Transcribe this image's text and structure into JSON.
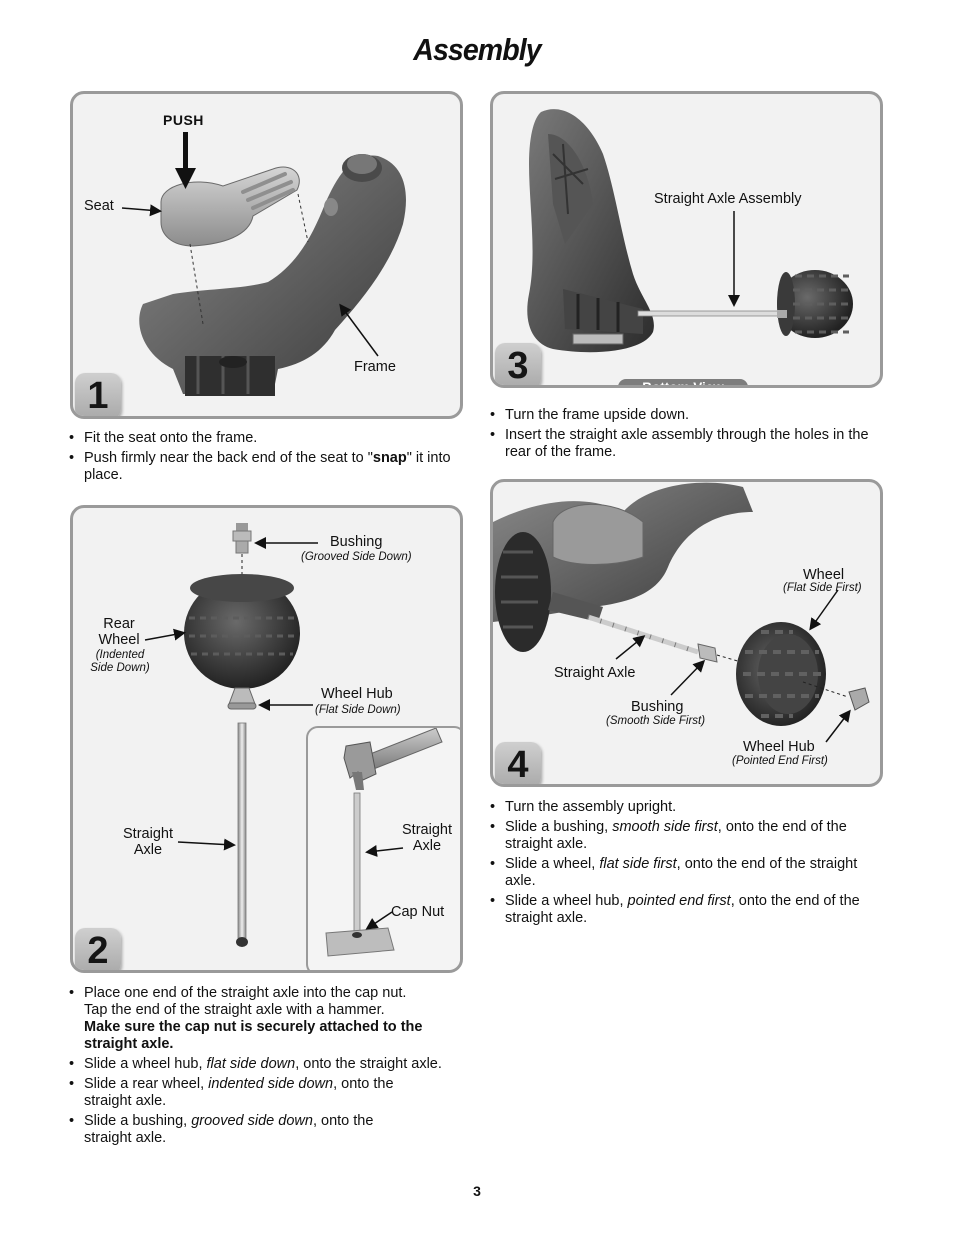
{
  "page": {
    "title": "Assembly",
    "number": "3"
  },
  "step1": {
    "num": "1",
    "push": "PUSH",
    "seat": "Seat",
    "frame": "Frame",
    "bullets": {
      "b1": "Fit the seat onto the frame.",
      "b2_a": "Push firmly near the back end of the seat to \"",
      "b2_bold": "snap",
      "b2_b": "\" it into place."
    }
  },
  "step2": {
    "num": "2",
    "bushing": "Bushing",
    "bushing_sub": "(Grooved Side Down)",
    "rear_wheel_1": "Rear",
    "rear_wheel_2": "Wheel",
    "rear_wheel_sub1": "(Indented",
    "rear_wheel_sub2": "Side Down)",
    "wheel_hub": "Wheel Hub",
    "wheel_hub_sub": "(Flat Side Down)",
    "axle_1": "Straight",
    "axle_2": "Axle",
    "inset_axle_1": "Straight",
    "inset_axle_2": "Axle",
    "cap_nut": "Cap Nut",
    "bullets": {
      "b1_a": "Place one end of the straight axle into the cap nut.",
      "b1_b": "Tap the end of the straight axle with a hammer.",
      "b1_bold": "Make sure the cap nut is securely attached to the straight axle.",
      "b2_a": "Slide a wheel hub, ",
      "b2_i": "flat side down",
      "b2_b": ", onto the straight axle.",
      "b3_a": "Slide a rear wheel, ",
      "b3_i": "indented side down",
      "b3_b": ", onto the straight axle.",
      "b4_a": "Slide a bushing, ",
      "b4_i": "grooved side down",
      "b4_b": ", onto the straight axle."
    }
  },
  "step3": {
    "num": "3",
    "axle_assembly": "Straight Axle Assembly",
    "bottom_view": "Bottom View",
    "bullets": {
      "b1": "Turn the frame upside down.",
      "b2": "Insert the straight axle assembly through the holes in the rear of the frame."
    }
  },
  "step4": {
    "num": "4",
    "wheel": "Wheel",
    "wheel_sub": "(Flat Side First)",
    "axle": "Straight Axle",
    "bushing": "Bushing",
    "bushing_sub": "(Smooth Side First)",
    "wheel_hub": "Wheel Hub",
    "wheel_hub_sub": "(Pointed End First)",
    "bullets": {
      "b1": "Turn the assembly upright.",
      "b2_a": "Slide a bushing, ",
      "b2_i": "smooth side first",
      "b2_b": ", onto the end of the straight axle.",
      "b3_a": "Slide a wheel, ",
      "b3_i": "flat side first",
      "b3_b": ", onto the end of the straight axle.",
      "b4_a": "Slide a wheel hub, ",
      "b4_i": "pointed end first",
      "b4_b": ", onto the end of the straight axle."
    }
  }
}
